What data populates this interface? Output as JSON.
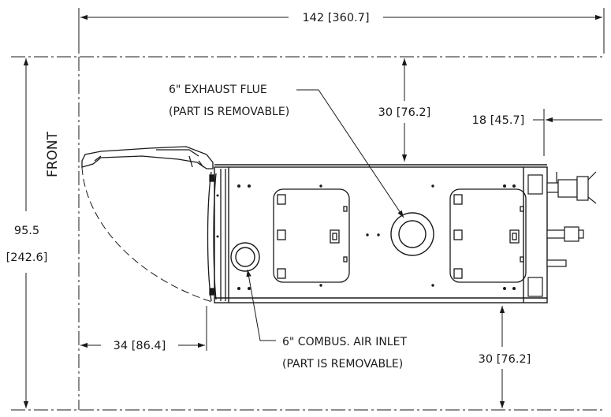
{
  "dimensions": {
    "overall_width": "142 [360.7]",
    "rear_clearance": "30 [76.2]",
    "side_clearance": "18 [45.7]",
    "overall_depth_in": "95.5",
    "overall_depth_cm": "[242.6]",
    "door_swing": "34 [86.4]",
    "front_clearance": "30 [76.2]"
  },
  "labels": {
    "front": "FRONT",
    "exhaust_line1": "6\" EXHAUST FLUE",
    "exhaust_line2": "(PART IS REMOVABLE)",
    "inlet_line1": "6\"  COMBUS. AIR INLET",
    "inlet_line2": "(PART IS REMOVABLE)"
  },
  "colors": {
    "line": "#1a1a1a",
    "background": "#ffffff"
  }
}
